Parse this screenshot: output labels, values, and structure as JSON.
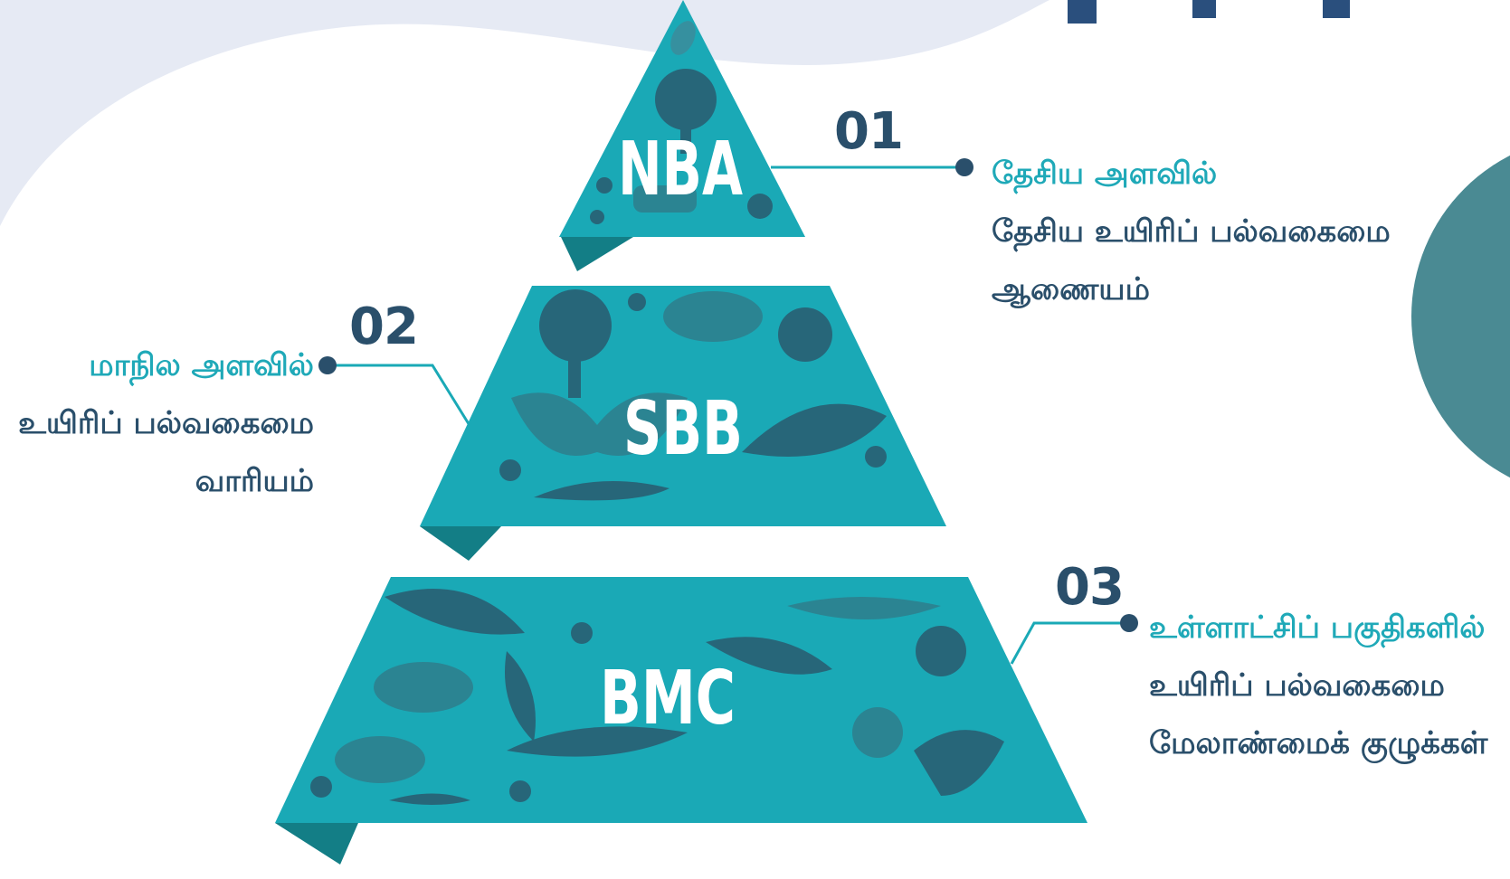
{
  "colors": {
    "teal": "#1aa9b6",
    "teal_dark_fold": "#137e86",
    "navy": "#2a4f6b",
    "accent_text": "#1fa9b8",
    "blob": "#e6eaf4",
    "side_circle": "#4a8a93",
    "top_bar": "#2a4f7d"
  },
  "tiers": [
    {
      "abbr": "NBA",
      "number": "01",
      "level": "தேசிய அளவில்",
      "body_lines": [
        "தேசிய உயிரிப் பல்வகைமை",
        "ஆணையம்"
      ]
    },
    {
      "abbr": "SBB",
      "number": "02",
      "level": "மாநில அளவில்",
      "body_lines": [
        "உயிரிப் பல்வகைமை",
        "வாரியம்"
      ]
    },
    {
      "abbr": "BMC",
      "number": "03",
      "level": "உள்ளாட்சிப் பகுதிகளில்",
      "body_lines": [
        "உயிரிப் பல்வகைமை",
        "மேலாண்மைக் குழுக்கள்"
      ]
    }
  ],
  "decor_icons": [
    "tree-icon",
    "paw-icon",
    "flower-icon",
    "leaf-icon",
    "butterfly-icon",
    "turtle-icon",
    "dolphin-icon",
    "bird-icon",
    "monkey-icon",
    "crocodile-icon",
    "deer-icon"
  ]
}
